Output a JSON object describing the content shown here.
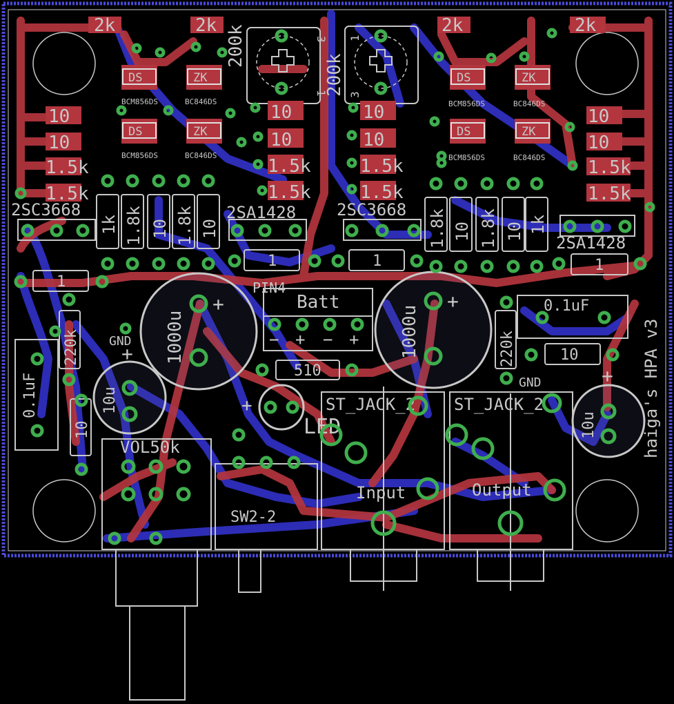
{
  "colors": {
    "background": "#000000",
    "top_copper": "#b3353e",
    "bottom_copper": "#2f2fc0",
    "pad": "#3fae4e",
    "silkscreen": "#c8c8c8",
    "border": "#4a4ad8"
  },
  "board_title": "haiga's HPA v3",
  "resistors_top": [
    {
      "ref": "r2k_a",
      "value": "2k"
    },
    {
      "ref": "r2k_b",
      "value": "2k"
    },
    {
      "ref": "r2k_c",
      "value": "2k"
    },
    {
      "ref": "r2k_d",
      "value": "2k"
    }
  ],
  "transistor_chips": [
    {
      "mark": "DS",
      "part": "BCM856DS"
    },
    {
      "mark": "ZK",
      "part": "BC846DS"
    },
    {
      "mark": "DS",
      "part": "BCM856DS"
    },
    {
      "mark": "ZK",
      "part": "BC846DS"
    },
    {
      "mark": "DS",
      "part": "BCM856DS"
    },
    {
      "mark": "ZK",
      "part": "BC846DS"
    },
    {
      "mark": "DS",
      "part": "BCM856DS"
    },
    {
      "mark": "ZK",
      "part": "BC846DS"
    }
  ],
  "trimpots": [
    "200k",
    "200k"
  ],
  "trimpot_pins": [
    "3",
    "1",
    "1",
    "3"
  ],
  "smd_resistors": {
    "left": [
      "10",
      "10",
      "1.5k",
      "1.5k"
    ],
    "center_left": [
      "10",
      "10",
      "1.5k",
      "1.5k"
    ],
    "center_right": [
      "10",
      "10",
      "1.5k",
      "1.5k"
    ],
    "right": [
      "10",
      "10",
      "1.5k",
      "1.5k"
    ]
  },
  "power_transistors": [
    "2SC3668",
    "2SA1428",
    "2SC3668",
    "2SA1428"
  ],
  "vertical_resistors_left": [
    "1k",
    "1.8k",
    "10",
    "1.8k",
    "10"
  ],
  "vertical_resistors_right": [
    "1.8k",
    "10",
    "1.8k",
    "10",
    "1k"
  ],
  "one_ohm": [
    "1",
    "1",
    "1",
    "1"
  ],
  "pin_header": "PIN4",
  "battery": {
    "label": "Batt",
    "pins": [
      "−",
      "+",
      "−",
      "+"
    ]
  },
  "caps_1000u": [
    "1000u",
    "1000u"
  ],
  "resistor_220k": [
    "220k",
    "220k"
  ],
  "cap_01uf": [
    "0.1uF",
    "0.1uF"
  ],
  "resistor_10": [
    "10",
    "10"
  ],
  "cap_10u": [
    "10u",
    "10u"
  ],
  "gnd": [
    "GND",
    "GND"
  ],
  "resistor_510": "510",
  "led": "LED",
  "jacks": [
    "ST_JACK_2",
    "ST_JACK_2"
  ],
  "jack_labels": [
    "Input",
    "Output"
  ],
  "volume": "VOL50k",
  "switch": "SW2-2",
  "plus": "+"
}
